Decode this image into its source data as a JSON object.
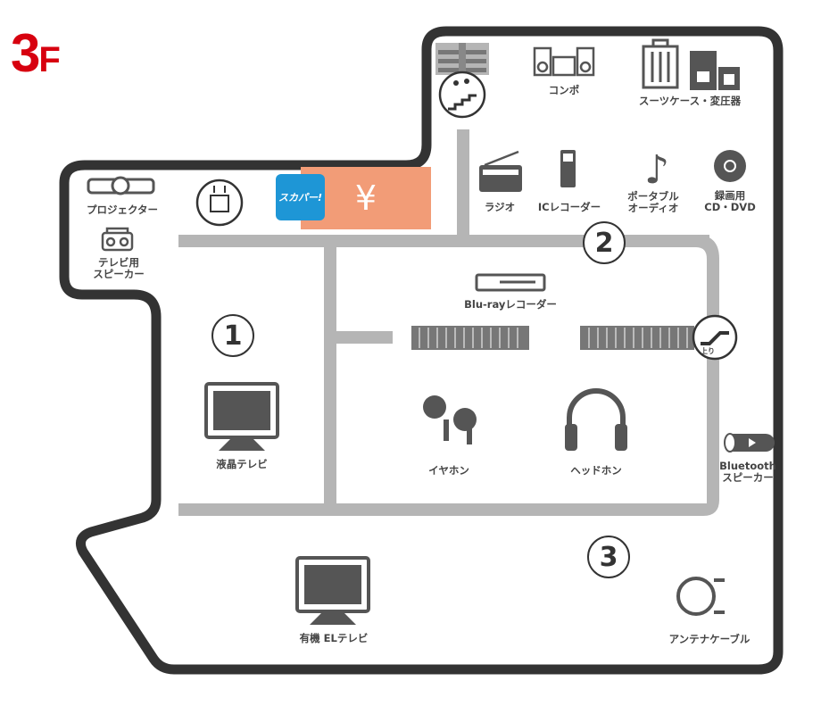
{
  "floor": {
    "number": "3",
    "suffix": "F"
  },
  "colors": {
    "floor_label": "#d7000f",
    "outline": "#333333",
    "aisle": "#b5b5b5",
    "atm": "#f29c77",
    "skyperfect": "#1e96d6"
  },
  "zones": [
    "1",
    "2",
    "3"
  ],
  "facilities": {
    "skyperfect": "スカパー!",
    "atm": "¥",
    "escalator_up": "上り"
  },
  "items": {
    "compo": "コンポ",
    "suitcase": "スーツケース・変圧器",
    "radio": "ラジオ",
    "ic_recorder": "ICレコーダー",
    "portable_audio": [
      "ポータブル",
      "オーディオ"
    ],
    "cd_dvd": [
      "録画用",
      "CD・DVD"
    ],
    "projector": "プロジェクター",
    "tv_speaker": [
      "テレビ用",
      "スピーカー"
    ],
    "bluray": "Blu-rayレコーダー",
    "lcd_tv": "液晶テレビ",
    "earphone": "イヤホン",
    "headphone": "ヘッドホン",
    "bt_speaker": [
      "Bluetooth",
      "スピーカー"
    ],
    "oled_tv": "有機 ELテレビ",
    "antenna_cable": "アンテナケーブル"
  }
}
